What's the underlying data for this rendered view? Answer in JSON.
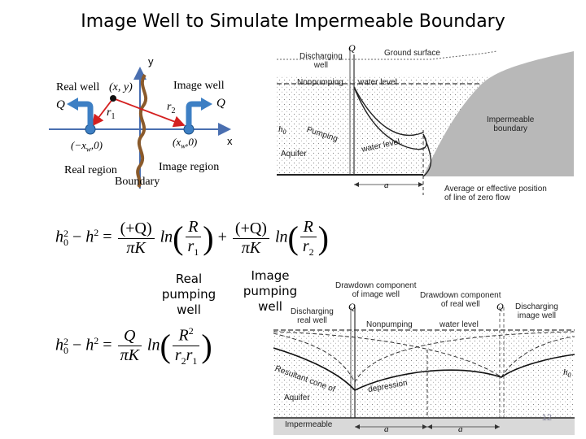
{
  "title": "Image Well to Simulate Impermeable Boundary",
  "left_diagram": {
    "axis_y": "y",
    "axis_x": "x",
    "real_well": "Real well",
    "image_well": "Image well",
    "point": "(x, y)",
    "q_left": "Q",
    "q_right": "Q",
    "r1": "r",
    "r1_sub": "1",
    "r2": "r",
    "r2_sub": "2",
    "real_coord": "(−x",
    "real_coord_sub": "w",
    "real_coord_end": ",0)",
    "image_coord": "(x",
    "image_coord_sub": "w",
    "image_coord_end": ",0)",
    "real_region": "Real region",
    "image_region": "Image region",
    "boundary": "Boundary"
  },
  "top_right_diagram": {
    "q": "Q",
    "discharging_well": "Discharging\nwell",
    "ground_surface": "Ground surface",
    "nonpumping": "Nonpumping",
    "water_level": "water level",
    "impermeable_boundary": "Impermeable\nboundary",
    "h0": "h",
    "h0_sub": "0",
    "pumping": "Pumping",
    "water_level_2": "water level",
    "aquifer": "Aquifer",
    "a": "a",
    "avg_position": "Average or effective position\nof line of zero flow"
  },
  "equation1": {
    "lhs_h0": "h",
    "lhs_sub": "0",
    "lhs_sup": "2",
    "minus": "−",
    "h": "h",
    "h_sup": "2",
    "eq": "=",
    "num1": "(+Q)",
    "den1": "πK",
    "ln1": "ln",
    "R1": "R",
    "r1": "r",
    "r1_sub": "1",
    "plus": "+",
    "num2": "(+Q)",
    "den2": "πK",
    "ln2": "ln",
    "R2": "R",
    "r2": "r",
    "r2_sub": "2"
  },
  "labels": {
    "real_pumping_well": [
      "Real",
      "pumping",
      "well"
    ],
    "image_pumping_well": [
      "Image",
      "pumping",
      "well"
    ]
  },
  "equation2": {
    "lhs_h0": "h",
    "lhs_sub": "0",
    "lhs_sup": "2",
    "minus": "−",
    "h": "h",
    "h_sup": "2",
    "eq": "=",
    "num": "Q",
    "den": "πK",
    "ln": "ln",
    "R": "R",
    "R_sup": "2",
    "r2": "r",
    "r2_sub": "2",
    "r1": "r",
    "r1_sub": "1"
  },
  "bottom_right_diagram": {
    "drawdown_image": "Drawdown component\nof image well",
    "drawdown_real": "Drawdown component\nof real well",
    "q1": "Q",
    "q2": "Q",
    "discharging_real": "Discharging\nreal well",
    "discharging_image": "Discharging\nimage well",
    "nonpumping": "Nonpumping",
    "water_level": "water level",
    "resultant_cone": "Resultant cone of",
    "depression": "depression",
    "aquifer": "Aquifer",
    "h0": "h",
    "h0_sub": "0",
    "impermeable": "Impermeable",
    "a1": "a",
    "a2": "a"
  },
  "page_number": "12",
  "colors": {
    "arrow_blue": "#3d7fc4",
    "boundary_brown": "#8a5a2b",
    "r_line_red": "#d42020",
    "axis_blue": "#4a6fb0",
    "ground_gray": "#b8b8b8"
  }
}
